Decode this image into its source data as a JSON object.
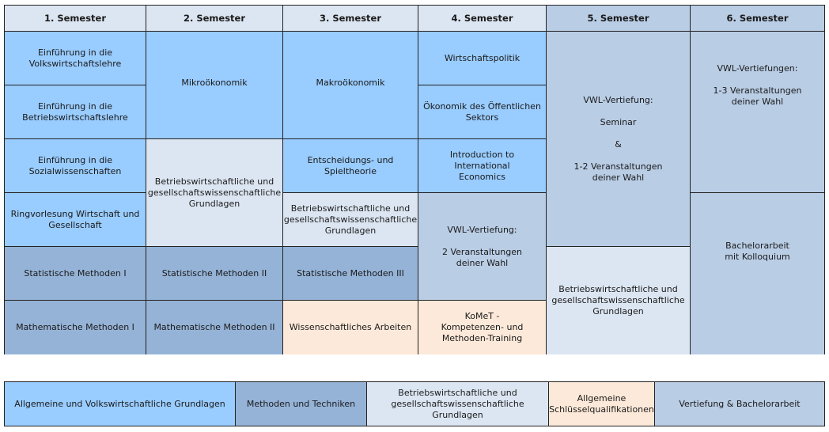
{
  "headers": [
    "1. Semester",
    "2. Semester",
    "3. Semester",
    "4. Semester",
    "5. Semester",
    "6. Semester"
  ],
  "courses": {
    "s1": [
      "Einführung in die\nVolkswirtschaftslehre",
      "Einführung in die\nBetriebswirtschaftslehre",
      "Einführung in die\nSozialwissenschaften",
      "Ringvorlesung Wirtschaft und\nGesellschaft",
      "Statistische Methoden I",
      "Mathematische Methoden I"
    ],
    "s2": [
      "Mikroökonomik",
      "Betriebswirtschaftliche und\ngesellschaftswissenschaftliche\nGrundlagen",
      "Statistische Methoden II",
      "Mathematische Methoden II"
    ],
    "s3": [
      "Makroökonomik",
      "Entscheidungs- und\nSpieltheorie",
      "Betriebswirtschaftliche und\ngesellschaftswissenschaftliche\nGrundlagen",
      "Statistische Methoden III",
      "Wissenschaftliches Arbeiten"
    ],
    "s4": [
      "Wirtschaftspolitik",
      "Ökonomik des Öffentlichen\nSektors",
      "Introduction to International\nEconomics",
      "VWL-Vertiefung:\n\n2 Veranstaltungen\ndeiner Wahl",
      "KoMeT -\nKompetenzen- und\nMethoden-Training"
    ],
    "s5": [
      "VWL-Vertiefung:\n\nSeminar\n\n&\n\n1-2 Veranstaltungen\ndeiner Wahl",
      "Betriebswirtschaftliche und\ngesellschaftswissenschaftliche\nGrundlagen"
    ],
    "s6": [
      "VWL-Vertiefungen:\n\n1-3 Veranstaltungen\ndeiner Wahl",
      "Bachelorarbeit\nmit Kolloquium"
    ]
  },
  "legend": [
    "Allgemeine und Volkswirtschaftliche Grundlagen",
    "Methoden und Techniken",
    "Betriebswirtschaftliche und\ngesellschaftswissenschaftliche\nGrundlagen",
    "Allgemeine\nSchlüsselqualifikationen",
    "Vertiefung & Bachelorarbeit"
  ],
  "colors": {
    "allgemeine_vwl": "#99ccff",
    "methoden": "#95b3d7",
    "bwl_gesellschaft": "#dce6f2",
    "schluessel": "#fde9d9",
    "vertiefung": "#b9cde5"
  }
}
